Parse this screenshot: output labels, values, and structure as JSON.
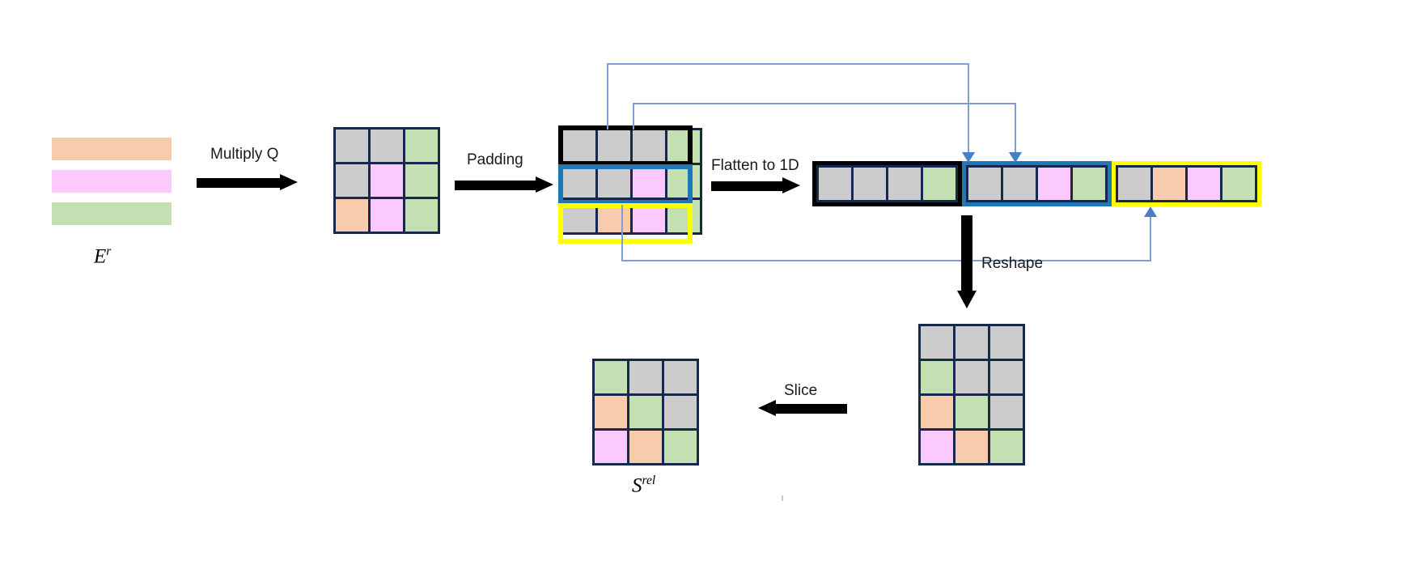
{
  "figure": {
    "title_visible": false,
    "type": "pipeline-diagram",
    "background": "#ffffff"
  },
  "palette": {
    "gray": "#cccccc",
    "orange": "#f7cbab",
    "pink": "#fbc9fb",
    "green": "#c4dfb1",
    "grid_line": "#16284b",
    "black_outline": "#000000",
    "blue_outline": "#1f78b4",
    "yellow_outline": "#ffff00",
    "connector_blue": "#7d9fd6",
    "arrow_black": "#000000",
    "text": "#1a1a1a"
  },
  "labels": {
    "er": "E",
    "er_sup": "r",
    "srel": "S",
    "srel_sup": "rel"
  },
  "steps": {
    "multiply_q": "Multiply Q",
    "padding": "Padding",
    "flatten": "Flatten to 1D",
    "reshape": "Reshape",
    "slice": "Slice"
  },
  "er_bars": {
    "name": "E^r embedding rows",
    "rows": [
      "orange",
      "pink",
      "green"
    ]
  },
  "matrix_qe": {
    "name": "Q times E^r product matrix",
    "rows": 3,
    "cols": 3,
    "cells": [
      [
        "gray",
        "gray",
        "green"
      ],
      [
        "gray",
        "pink",
        "green"
      ],
      [
        "orange",
        "pink",
        "green"
      ]
    ]
  },
  "matrix_padded": {
    "name": "Padded matrix",
    "rows": 3,
    "cols": 4,
    "cells": [
      [
        "gray",
        "gray",
        "gray",
        "green"
      ],
      [
        "gray",
        "gray",
        "pink",
        "green"
      ],
      [
        "gray",
        "orange",
        "pink",
        "green"
      ]
    ],
    "row_outlines": [
      "black",
      "blue",
      "yellow"
    ]
  },
  "flattened": {
    "name": "Flattened 1D array",
    "segments": [
      {
        "outline": "black",
        "cells": [
          "gray",
          "gray",
          "gray",
          "green"
        ]
      },
      {
        "outline": "blue",
        "cells": [
          "gray",
          "gray",
          "pink",
          "green"
        ]
      },
      {
        "outline": "yellow",
        "cells": [
          "gray",
          "orange",
          "pink",
          "green"
        ]
      }
    ]
  },
  "matrix_reshaped": {
    "name": "Reshaped matrix",
    "rows": 4,
    "cols": 3,
    "cells": [
      [
        "gray",
        "gray",
        "gray"
      ],
      [
        "green",
        "gray",
        "gray"
      ],
      [
        "orange",
        "green",
        "gray"
      ],
      [
        "pink",
        "orange",
        "green"
      ]
    ]
  },
  "matrix_srel": {
    "name": "S^rel sliced matrix",
    "rows": 3,
    "cols": 3,
    "cells": [
      [
        "green",
        "gray",
        "gray"
      ],
      [
        "orange",
        "green",
        "gray"
      ],
      [
        "pink",
        "orange",
        "green"
      ]
    ]
  }
}
